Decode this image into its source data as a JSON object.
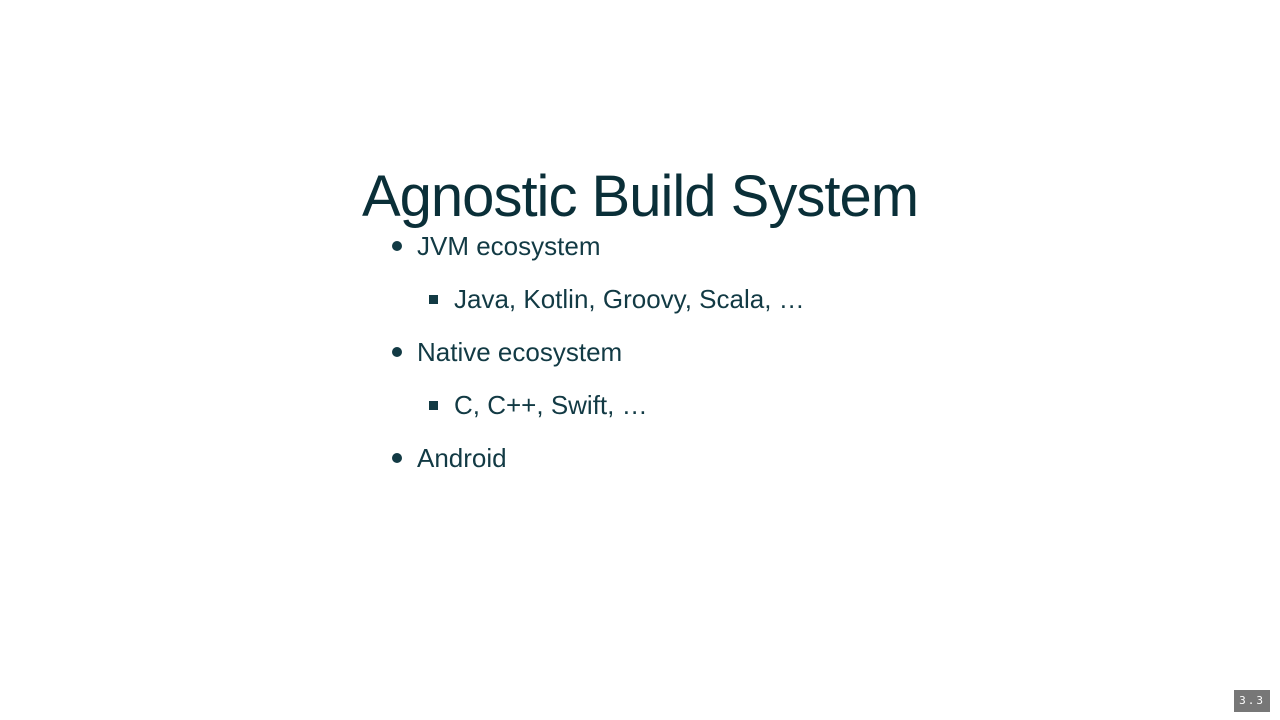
{
  "slide": {
    "title": "Agnostic Build System",
    "bullets": [
      {
        "text": "JVM ecosystem",
        "level": 1,
        "bullet_icon": "disc-bullet-icon"
      },
      {
        "text": "Java, Kotlin, Groovy, Scala, …",
        "level": 2,
        "bullet_icon": "square-bullet-icon"
      },
      {
        "text": "Native ecosystem",
        "level": 1,
        "bullet_icon": "disc-bullet-icon"
      },
      {
        "text": "C, C++, Swift, …",
        "level": 2,
        "bullet_icon": "square-bullet-icon"
      },
      {
        "text": "Android",
        "level": 1,
        "bullet_icon": "disc-bullet-icon"
      }
    ],
    "slide_number": "3.3"
  },
  "colors": {
    "background": "#ffffff",
    "text": "#0a2f38",
    "slide_number_bg": "#777777"
  }
}
